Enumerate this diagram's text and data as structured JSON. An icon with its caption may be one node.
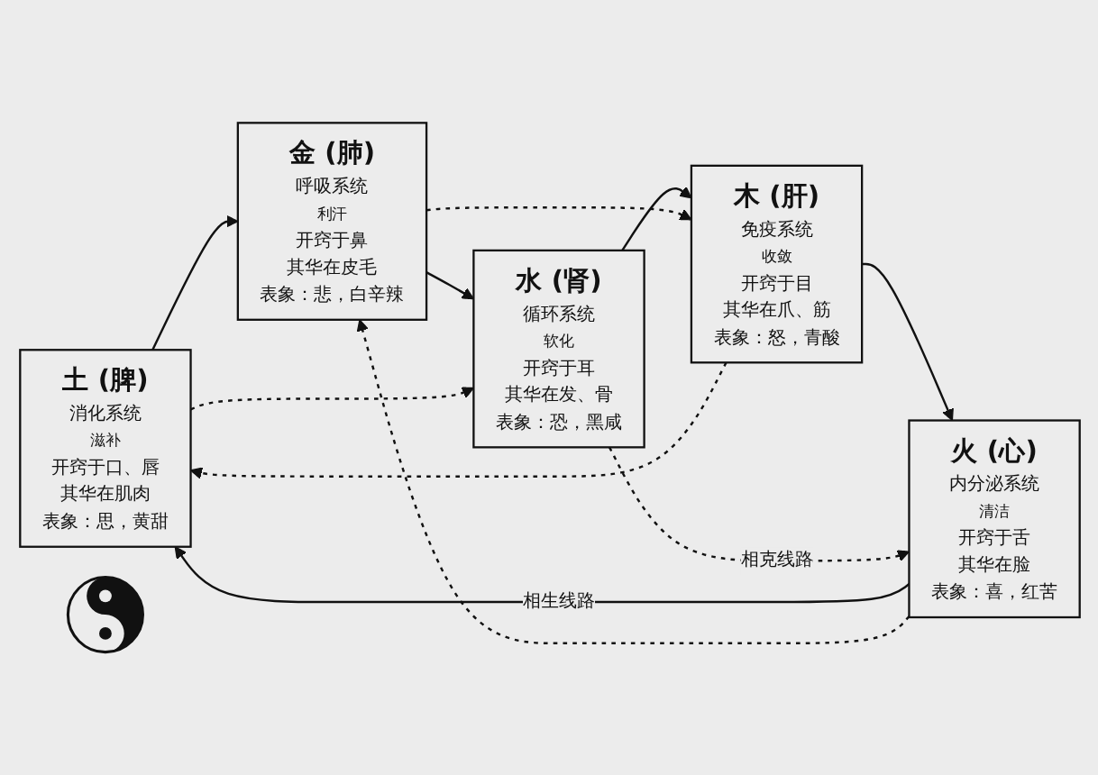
{
  "diagram": {
    "nodes": [
      {
        "text": [
          "土 (脾)",
          "消化系统",
          "滋补",
          "开窍于口、唇",
          "其华在肌肉",
          "表象：思，黄甜"
        ]
      },
      {
        "text": [
          "火 (心)",
          "内分泌系统",
          "清洁",
          "开窍于舌",
          "其华在脸",
          "表象：喜，红苦"
        ]
      },
      {
        "text": [
          "金 (肺)",
          "呼吸系统",
          "利汗",
          "开窍于鼻",
          "其华在皮毛",
          "表象：悲，白辛辣"
        ]
      },
      {
        "text": [],
        "shape": "circle"
      },
      {
        "text": [
          "木 (肝)",
          "免疫系统",
          "收敛",
          "开窍于目",
          "其华在爪、筋",
          "表象：怒，青酸"
        ]
      },
      {
        "text": [
          "水 (肾)",
          "循环系统",
          "软化",
          "开窍于耳",
          "其华在发、骨",
          "表象：恐，黑咸"
        ]
      }
    ],
    "edges": [
      {
        "from": 1,
        "to": 0,
        "arrow": "to",
        "label": "相生线路"
      },
      {
        "from": 0,
        "to": 2,
        "arrow": "to"
      },
      {
        "from": 2,
        "to": 5,
        "arrow": "to"
      },
      {
        "from": 5,
        "to": 4,
        "arrow": "to"
      },
      {
        "from": 4,
        "to": 1,
        "arrow": "to"
      },
      {
        "from": 1,
        "to": 2,
        "arrow": "to",
        "style": "dashed"
      },
      {
        "from": 0,
        "to": 5,
        "arrow": "to",
        "style": "dashed"
      },
      {
        "from": 2,
        "to": 4,
        "arrow": "to",
        "style": "dashed"
      },
      {
        "from": 4,
        "to": 0,
        "arrow": "to",
        "style": "dashed"
      },
      {
        "from": 5,
        "to": 1,
        "arrow": "to",
        "style": "dashed",
        "label": "相克线路"
      }
    ]
  }
}
